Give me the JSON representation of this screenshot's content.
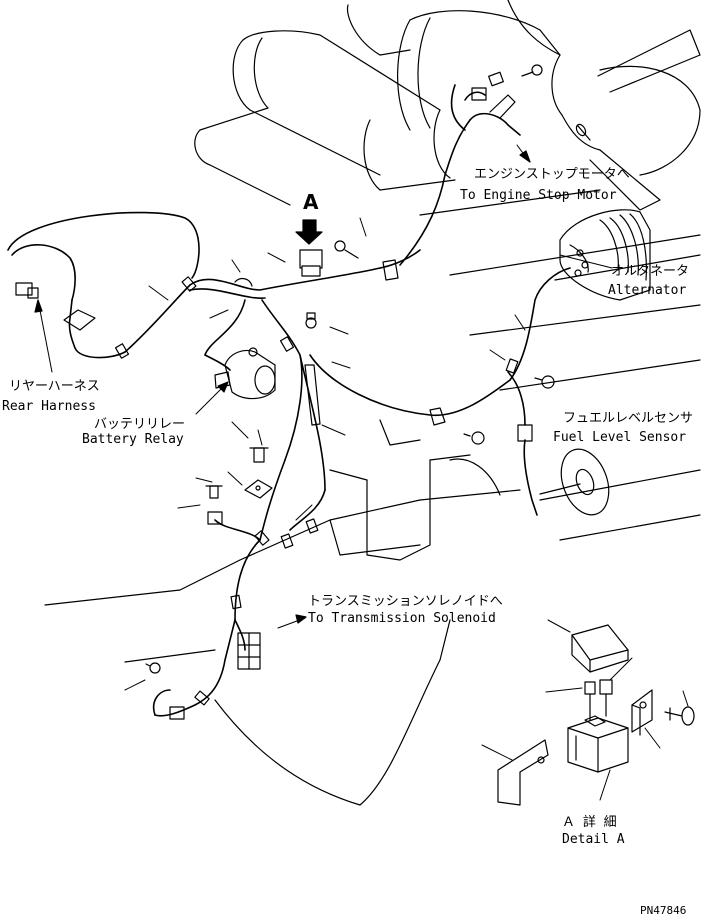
{
  "view_marker": "A",
  "labels": {
    "engine_stop_motor": {
      "jp": "エンジンストップモータへ",
      "en": "To Engine Stop Motor"
    },
    "alternator": {
      "jp": "オルタネータ",
      "en": "Alternator"
    },
    "rear_harness": {
      "jp": "リヤーハーネス",
      "en": "Rear Harness"
    },
    "battery_relay": {
      "jp": "バッテリリレー",
      "en": "Battery Relay"
    },
    "fuel_level_sensor": {
      "jp": "フュエルレベルセンサ",
      "en": "Fuel Level Sensor"
    },
    "transmission_solenoid": {
      "jp": "トランスミッションソレノイドへ",
      "en": "To Transmission Solenoid"
    },
    "detail_a": {
      "jp": "Ａ 詳 細",
      "en": "Detail A"
    }
  },
  "part_number": "PN47846"
}
